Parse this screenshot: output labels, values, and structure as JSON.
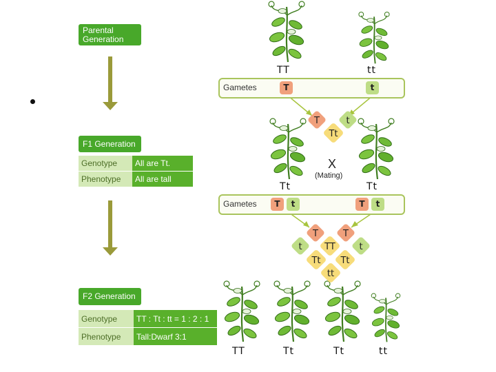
{
  "left_panel": {
    "parental_label": "Parental\nGeneration",
    "f1": {
      "label": "F1 Generation",
      "rows": [
        {
          "key": "Genotype",
          "value": "All are Tt."
        },
        {
          "key": "Phenotype",
          "value": "All are tall"
        }
      ]
    },
    "f2": {
      "label": "F2 Generation",
      "rows": [
        {
          "key": "Genotype",
          "value": "TT : Tt : tt = 1 : 2 : 1"
        },
        {
          "key": "Phenotype",
          "value": "Tall:Dwarf 3:1"
        }
      ]
    }
  },
  "parents": {
    "left": "TT",
    "right": "tt"
  },
  "gametes_label": "Gametes",
  "parent_gametes": {
    "left": "T",
    "right": "t"
  },
  "fusion": {
    "left": "T",
    "right": "t",
    "center": "Tt"
  },
  "f1_plants": {
    "left": "Tt",
    "right": "Tt"
  },
  "mating": {
    "symbol": "X",
    "label": "(Mating)"
  },
  "f1_gametes": [
    "T",
    "t",
    "T",
    "t"
  ],
  "punnett": {
    "top_left": "T",
    "top_right": "T",
    "left": "t",
    "right": "t",
    "center": "TT",
    "mid_left": "Tt",
    "mid_right": "Tt",
    "bottom": "tt"
  },
  "f2_plants": [
    "TT",
    "Tt",
    "Tt",
    "tt"
  ],
  "colors": {
    "green_label": "#48a82a",
    "key_cell": "#d4e9b7",
    "value_cell": "#59b02b",
    "dominant_chip": "#f0a07c",
    "recessive_chip": "#bedd86",
    "hybrid_chip": "#f7dc7a",
    "arrow": "#9a9a3a",
    "connector": "#a8c43e"
  }
}
